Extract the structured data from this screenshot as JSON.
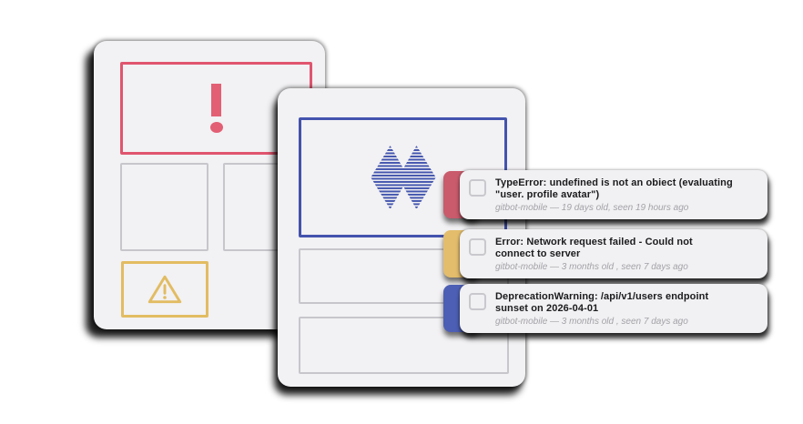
{
  "illustration": {
    "back_card": {
      "error_banner_icon": "exclamation-mark",
      "placeholder_boxes": 2,
      "warning_box_icon": "warning-triangle"
    },
    "front_card": {
      "error_image_icon": "striped-x-mark",
      "placeholder_boxes": 2
    }
  },
  "notifications": [
    {
      "accent_color": "#c95b6c",
      "title": "TypeError: undefined is not an obiect (evaluating\n\"user. profile avatar\")",
      "meta": "gitbot-mobile — 19 days old, seen 19 hours ago"
    },
    {
      "accent_color": "#e3bd6c",
      "title": "Error: Network request failed - Could not\nconnect to server",
      "meta": "gitbot-mobile — 3 months old , seen 7 days ago"
    },
    {
      "accent_color": "#4d5fb4",
      "title": "DeprecationWarning: /api/v1/users endpoint\nsunset on 2026-04-01",
      "meta": "gitbot-mobile — 3 months old , seen 7 days ago"
    }
  ],
  "colors": {
    "card_background": "#f2f1f3",
    "error_red": "#e0556e",
    "warning_yellow": "#e2bc62",
    "info_blue": "#4353ae",
    "placeholder_gray": "#c7c6cb",
    "title_text": "#1b1b1d",
    "meta_text": "#a3a2a8"
  }
}
